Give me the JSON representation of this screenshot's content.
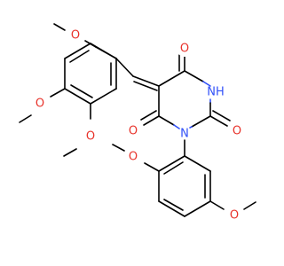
{
  "molecule": {
    "atom_colors": {
      "O": "#e8332b",
      "N": "#3050f8",
      "C": "#000000",
      "bond": "#000000"
    },
    "labels": {
      "o1": "O",
      "o2": "O",
      "o3": "O",
      "o4": "O",
      "o5": "O",
      "o6": "O",
      "o7": "O",
      "nh": "NH",
      "n": "N"
    }
  }
}
